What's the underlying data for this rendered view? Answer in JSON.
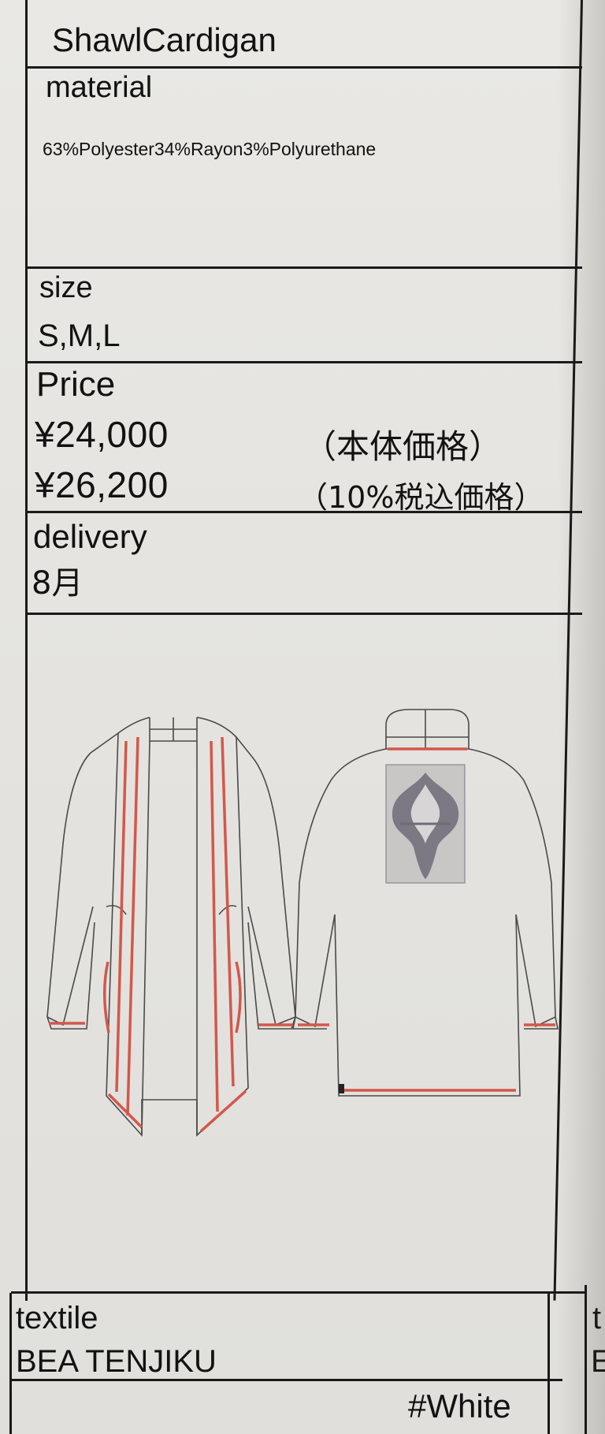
{
  "sheet": {
    "style_value": "ShawlCardigan",
    "material": {
      "label": "material",
      "value": "63%Polyester34%Rayon3%Polyurethane"
    },
    "size": {
      "label": "size",
      "value": "S,M,L"
    },
    "price": {
      "label": "Price",
      "base": "¥24,000",
      "base_note": "（本体価格）",
      "tax_incl": "¥26,200",
      "tax_note": "（10%税込価格）"
    },
    "delivery": {
      "label": "delivery",
      "value": "8月"
    },
    "textile": {
      "label": "textile",
      "value": "BEA TENJIKU"
    },
    "color": "#White"
  },
  "neighbor_sheet": {
    "label_fragment": "t",
    "value_fragment": "E"
  },
  "accent_color": "#d4574a"
}
